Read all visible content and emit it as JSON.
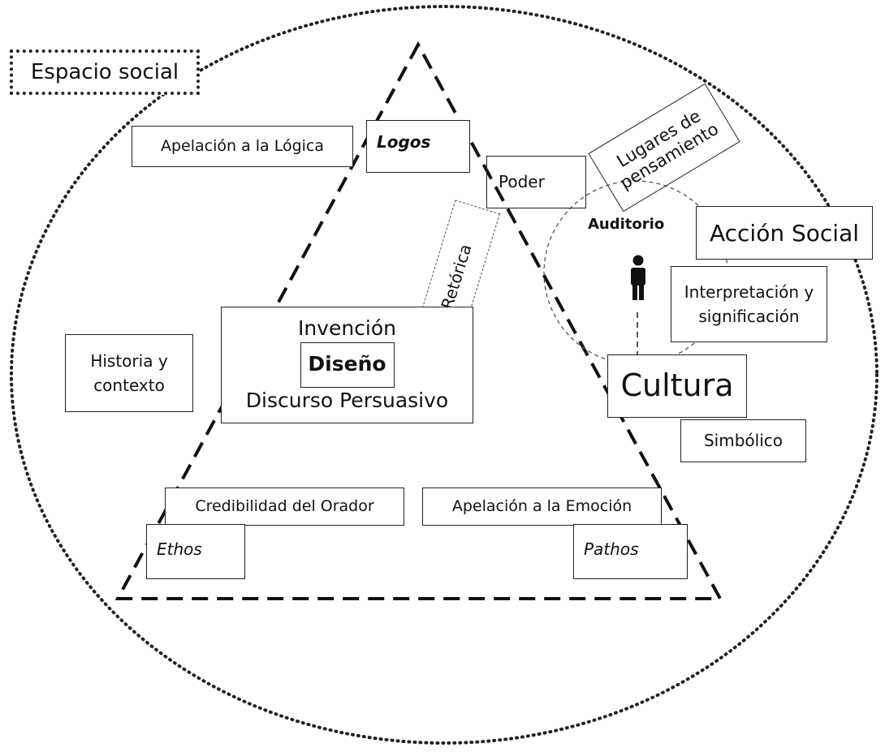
{
  "diagram": {
    "espacio_social": "Espacio social",
    "apelacion_logica": "Apelación a la Lógica",
    "logos": "Logos",
    "poder": "Poder",
    "lugares_de_pensamiento": [
      "Lugares de",
      "pensamiento"
    ],
    "auditorio": "Auditorio",
    "accion_social": "Acción Social",
    "interpretacion": [
      "Interpretación y",
      "significación"
    ],
    "retorica": "Retórica",
    "invencion": "Invención",
    "diseno": "Diseño",
    "discurso_persuasivo": "Discurso Persuasivo",
    "historia_contexto": [
      "Historia y",
      "contexto"
    ],
    "cultura": "Cultura",
    "simbolico": "Simbólico",
    "credibilidad": "Credibilidad del Orador",
    "apelacion_emocion": "Apelación a la Emoción",
    "ethos": "Ethos",
    "pathos": "Pathos",
    "person_icon": "person-icon"
  }
}
